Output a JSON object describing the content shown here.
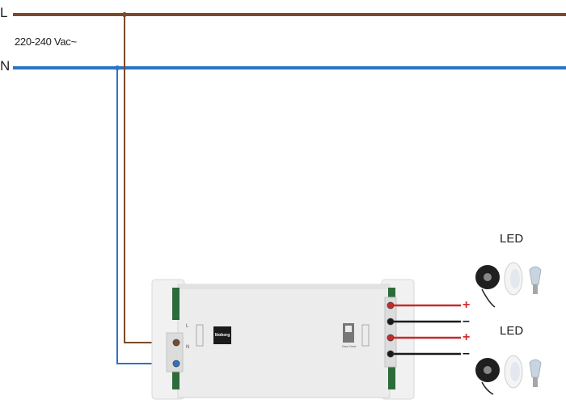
{
  "supply": {
    "live_label": "L",
    "neutral_label": "N",
    "voltage_label": "220-240 Vac~"
  },
  "driver": {
    "brand": "litoborg",
    "input_terminals": [
      "L",
      "N"
    ],
    "qr_caption": "Data Sheet"
  },
  "outputs": [
    {
      "led_label": "LED",
      "plus": "+",
      "minus": "–"
    },
    {
      "led_label": "LED",
      "plus": "+",
      "minus": "–"
    }
  ],
  "colors": {
    "live_wire": "#7a4a2a",
    "neutral_wire": "#2a74c4",
    "positive_wire": "#c42b2b",
    "negative_wire": "#1a1a1a",
    "driver_body": "#ececec"
  }
}
